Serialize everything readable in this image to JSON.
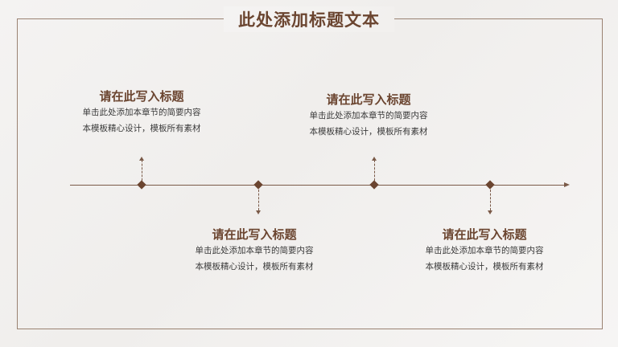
{
  "page": {
    "title": "此处添加标题文本"
  },
  "colors": {
    "accent": "#6b4530",
    "line": "#7a5a48",
    "frame": "#9a8272",
    "text": "#3a3a3a"
  },
  "timeline": {
    "items": [
      {
        "title": "请在此写入标题",
        "line1": "单击此处添加本章节的简要内容",
        "line2": "本模板精心设计，模板所有素材"
      },
      {
        "title": "请在此写入标题",
        "line1": "单击此处添加本章节的简要内容",
        "line2": "本模板精心设计，模板所有素材"
      },
      {
        "title": "请在此写入标题",
        "line1": "单击此处添加本章节的简要内容",
        "line2": "本模板精心设计，模板所有素材"
      },
      {
        "title": "请在此写入标题",
        "line1": "单击此处添加本章节的简要内容",
        "line2": "本模板精心设计，模板所有素材"
      }
    ]
  }
}
